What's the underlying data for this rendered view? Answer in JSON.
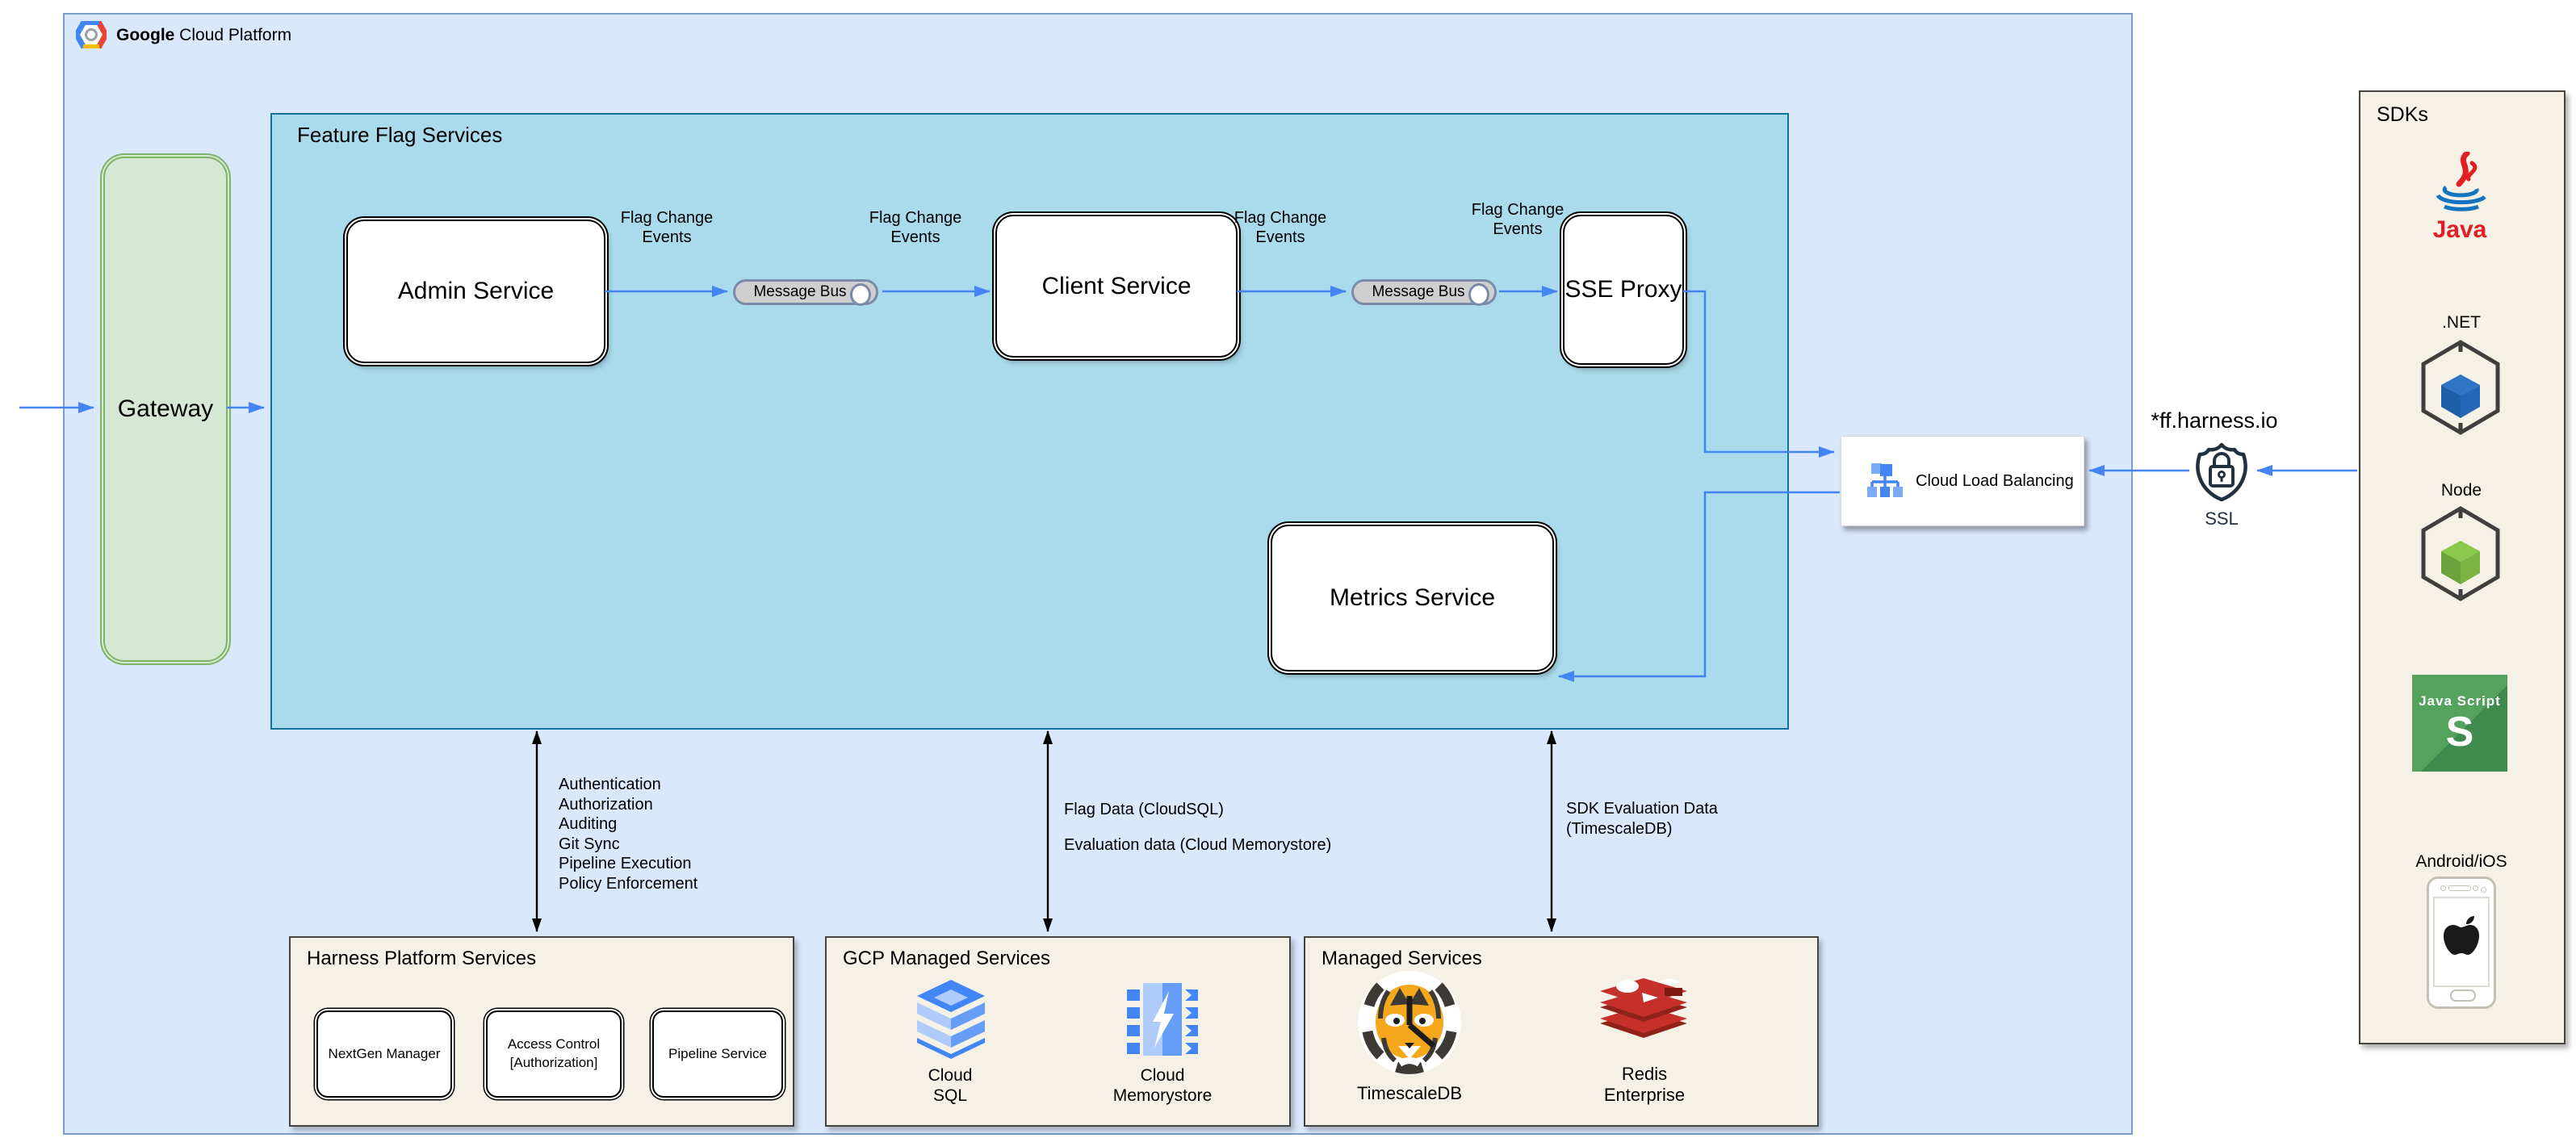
{
  "header": {
    "brand_bold": "Google",
    "brand_rest": " Cloud Platform"
  },
  "groups": {
    "ffs_title": "Feature Flag Services",
    "sdks_title": "SDKs",
    "harness_title": "Harness Platform Services",
    "gcp_managed_title": "GCP Managed Services",
    "managed_title": "Managed Services"
  },
  "nodes": {
    "gateway": "Gateway",
    "admin": "Admin Service",
    "client": "Client Service",
    "sse": "SSE Proxy",
    "metrics": "Metrics Service",
    "message_bus": "Message Bus",
    "load_balancer": "Cloud Load Balancing"
  },
  "edge_labels": {
    "flag_change_events": "Flag Change Events"
  },
  "external": {
    "domain": "*ff.harness.io",
    "ssl": "SSL"
  },
  "sdks": {
    "java_word": "Java",
    "dotnet": ".NET",
    "node": "Node",
    "javascript_word": "Java Script",
    "javascript_letter": "S",
    "android_ios": "Android/iOS"
  },
  "platform_services": [
    "NextGen Manager",
    "Access Control [Authorization]",
    "Pipeline Service"
  ],
  "gcp_services": {
    "sql": [
      "Cloud",
      "SQL"
    ],
    "memorystore": [
      "Cloud",
      "Memorystore"
    ]
  },
  "managed_services": {
    "timescale": "TimescaleDB",
    "redis": [
      "Redis",
      "Enterprise"
    ]
  },
  "annotations": {
    "harness": [
      "Authentication",
      "Authorization",
      "Auditing",
      "Git Sync",
      "Pipeline Execution",
      "Policy Enforcement"
    ],
    "gcp": [
      "Flag Data (CloudSQL)",
      "Evaluation data (Cloud Memorystore)"
    ],
    "sdk_eval": [
      "SDK Evaluation Data",
      "(TimescaleDB)"
    ]
  },
  "colors": {
    "panel_fill": "#dae8fc",
    "panel_border": "#7a9cc6",
    "ffs_fill": "#a9dbec",
    "ffs_border": "#10739e",
    "gateway_fill": "#d5e8d4",
    "gateway_border": "#82b366",
    "beige_fill": "#f5f1e6",
    "arrow_blue": "#4584f4",
    "google_blue": "#4285f4",
    "redis_red": "#c6302b",
    "tiger_orange": "#f5a81c",
    "node_green": "#8cc84b",
    "js_green": "#4f9e58"
  },
  "icons": {
    "gcp_logo": "gcp-hexagon-logo",
    "message_bus": "cylinder-queue-icon",
    "load_balancer": "load-balancer-tree-icon",
    "ssl": "shield-lock-icon",
    "java": "java-logo",
    "dotnet": "dotnet-cube-icon",
    "node": "node-cube-icon",
    "javascript": "javascript-tile-icon",
    "android_ios": "smartphone-apple-icon",
    "cloud_sql": "cloud-sql-icon",
    "memorystore": "cloud-memorystore-icon",
    "timescale": "timescaledb-tiger-icon",
    "redis": "redis-stack-icon"
  }
}
